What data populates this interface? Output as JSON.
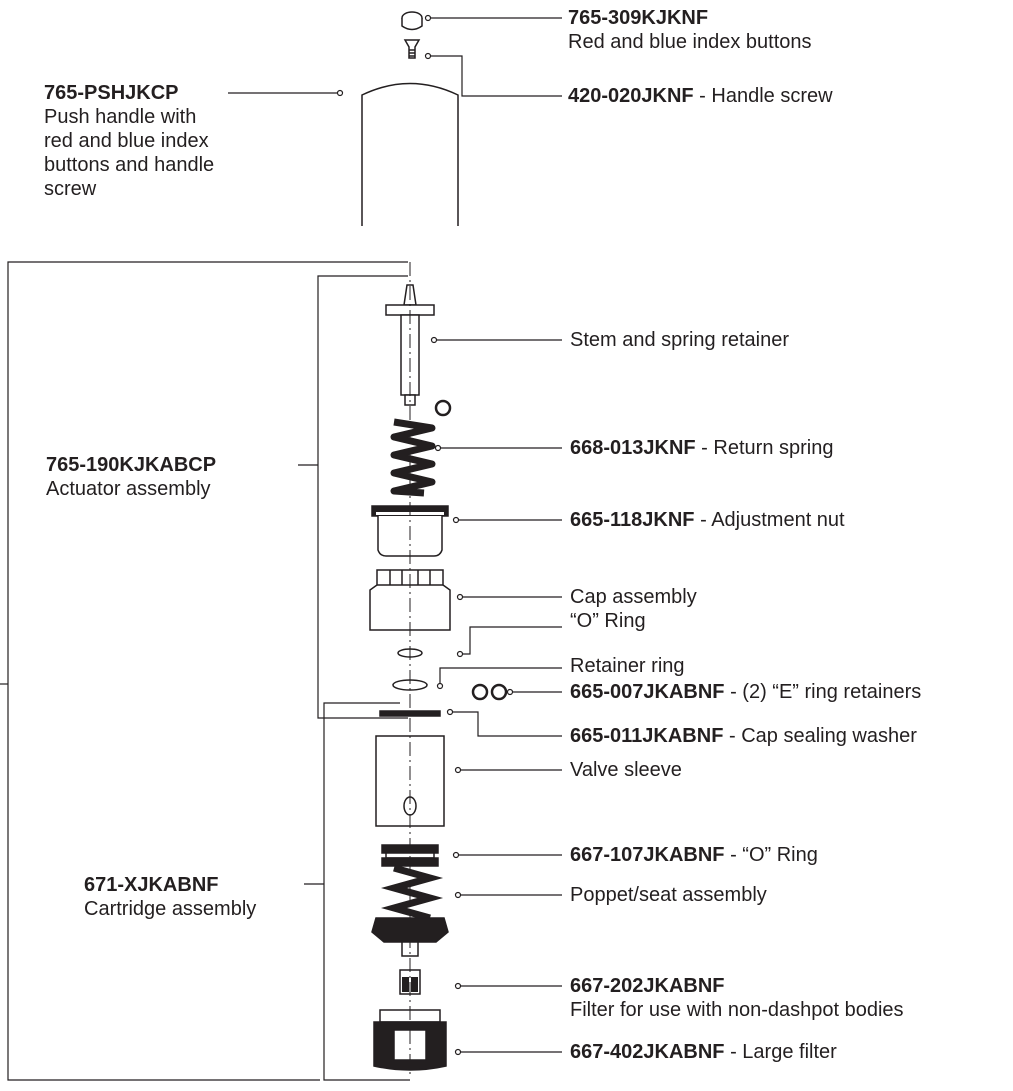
{
  "labels": {
    "index_buttons": {
      "part": "765-309KJKNF",
      "desc": "Red and blue index buttons"
    },
    "handle_screw": {
      "part": "420-020JKNF",
      "sep": " - ",
      "desc": "Handle screw"
    },
    "push_handle": {
      "part": "765-PSHJKCP",
      "desc1": "Push handle with",
      "desc2": "red and blue index",
      "desc3": "buttons and handle",
      "desc4": "screw"
    },
    "stem": {
      "desc": "Stem and spring retainer"
    },
    "return_spring": {
      "part": "668-013JKNF",
      "sep": " - ",
      "desc": "Return spring"
    },
    "actuator": {
      "part": "765-190KJKABCP",
      "desc": "Actuator assembly"
    },
    "adjustment_nut": {
      "part": "665-118JKNF",
      "sep": " - ",
      "desc": "Adjustment nut"
    },
    "cap_assembly": {
      "desc": "Cap assembly"
    },
    "o_ring_top": {
      "desc": "“O” Ring"
    },
    "retainer_ring": {
      "desc": "Retainer ring"
    },
    "e_ring": {
      "part": "665-007JKABNF",
      "sep": " - ",
      "desc": "(2) “E” ring retainers"
    },
    "cap_washer": {
      "part": "665-011JKABNF",
      "sep": " - ",
      "desc": "Cap sealing washer"
    },
    "valve_sleeve": {
      "desc": "Valve sleeve"
    },
    "o_ring_cart": {
      "part": "667-107JKABNF",
      "sep": " - ",
      "desc": "“O” Ring"
    },
    "poppet": {
      "desc": "Poppet/seat assembly"
    },
    "cartridge": {
      "part": "671-XJKABNF",
      "desc": "Cartridge assembly"
    },
    "small_filter": {
      "part": "667-202JKABNF",
      "desc": "Filter for use with non-dashpot bodies"
    },
    "large_filter": {
      "part": "667-402JKABNF",
      "sep": " - ",
      "desc": "Large filter"
    }
  },
  "colors": {
    "ink": "#231f20",
    "paper": "#ffffff"
  }
}
